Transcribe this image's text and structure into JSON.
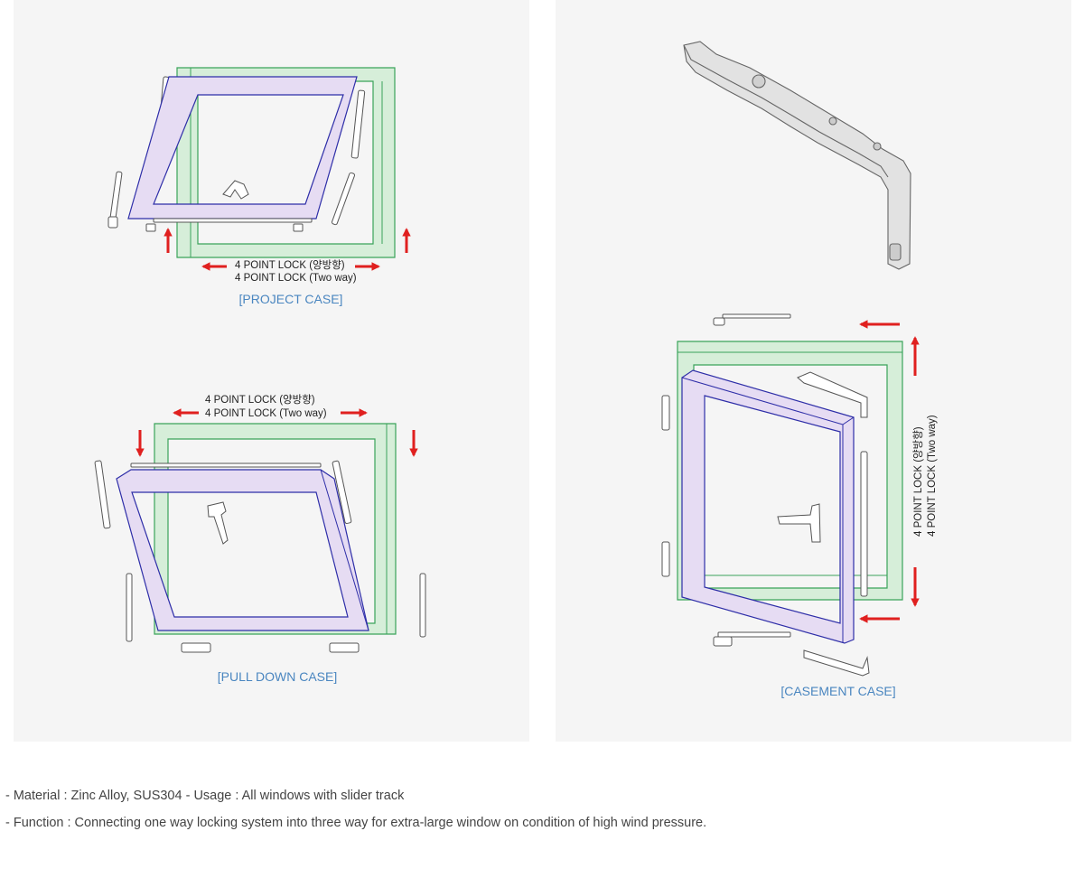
{
  "project_case": {
    "caption": "[PROJECT CASE]",
    "lock_line1": "4 POINT LOCK (양방향)",
    "lock_line2": "4 POINT LOCK (Two way)"
  },
  "pull_down_case": {
    "caption": "[PULL DOWN CASE]",
    "lock_line1": "4 POINT LOCK (양방향)",
    "lock_line2": "4 POINT LOCK (Two way)"
  },
  "casement_case": {
    "caption": "[CASEMENT CASE]",
    "lock_line1": "4 POINT LOCK (양방향)",
    "lock_line2": "4 POINT LOCK (Two way)"
  },
  "description": {
    "line1": "- Material : Zinc Alloy, SUS304 - Usage : All windows with slider track",
    "line2": "- Function : Connecting one way locking system into three way for extra-large window on condition of high wind pressure."
  },
  "colors": {
    "frame_fill": "#d6eed9",
    "frame_stroke": "#3aa35a",
    "sash_fill": "#e6dcf3",
    "sash_stroke": "#2e2ea8",
    "arrow": "#e0201f",
    "caption": "#4a86c0"
  }
}
